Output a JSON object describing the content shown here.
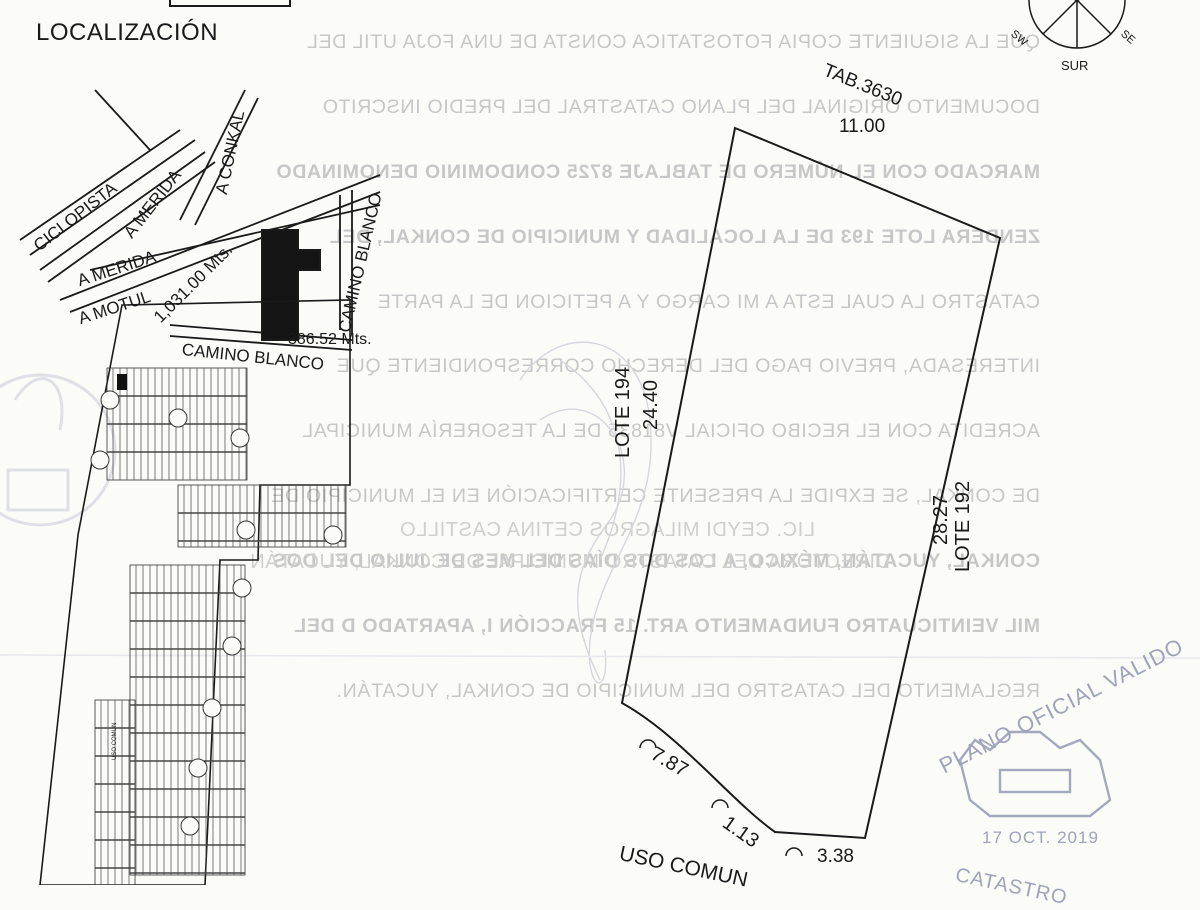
{
  "ghost_text_lines": [
    "QUE LA SIGUIENTE COPIA FOTOSTATICA CONSTA DE UNA FOJA UTIL DEL",
    "DOCUMENTO ORIGINAL DEL PLANO CATASTRAL DEL PREDIO INSCRITO",
    "MARCADO CON EL NÚMERO DE TABLAJE 8725 CONDOMINIO DENOMINADO",
    "ZENDERA LOTE 193 DE LA LOCALIDAD Y MUNICIPIO DE CONKAL, DEL",
    "CATASTRO LA CUAL ESTA A MI CARGO Y A PETICION DE LA PARTE",
    "INTERESADA, PREVIO PAGO DEL DERECHO CORRESPONDIENTE QUE",
    "ACREDITA CON EL RECIBO OFICIAL V81835 DE LA TESORERÍA MUNICIPAL",
    "DE CONKAL, SE EXPIDE LA PRESENTE CERTIFICACIÓN EN EL MUNICIPIO DE",
    "CONKAL, YUCATÁN, MÉXICO, A LOS DOS DÍAS DEL MES DE JULIO DEL DOS",
    "MIL VEINTICUATRO FUNDAMENTO ART. 15 FRACCIÓN I, APARTADO D DEL",
    "REGLAMENTO DEL CATASTRO DEL MUNICIPIO DE CONKAL, YUCATÁN."
  ],
  "ghost_signature": {
    "name": "LIC. CEYDI MILAGROS CETINA CASTILLO",
    "title": "DIRECTORA DEL CATASTRO MUNICIPAL DE CONKAL, YUCATÁN"
  },
  "location_map": {
    "title": "LOCALIZACIÓN",
    "roads": [
      "CICLOPISTA",
      "A MERIDA",
      "A MERIDA",
      "A CONKAL",
      "A MOTUL",
      "CAMINO BLANCO",
      "CAMINO BLANCO"
    ],
    "distance_1": "1,031.00 Mts.",
    "distance_2": "386.52 Mts."
  },
  "compass": {
    "south": "SUR",
    "southwest": "SW",
    "southeast": "SE"
  },
  "lot": {
    "tablaje": "TAB.3630",
    "top": "11.00",
    "west_name": "LOTE 194",
    "west_len": "24.40",
    "east_len": "28.27",
    "east_name": "LOTE 192",
    "arc1": "7.87",
    "arc2": "1.13",
    "arc3": "3.38",
    "bottom": "USO COMUN"
  },
  "site_plan": {
    "common_area": "USO COMUN"
  },
  "stamp": {
    "ring_text": "PLANO OFICIAL VALIDO",
    "date": "17 OCT. 2019",
    "bottom_text": "CATASTRO"
  },
  "colors": {
    "ink": "#1a1a1a",
    "paper": "#fbfbf8",
    "ghost": "#c7c7c7",
    "stamp": "#9aa0b8"
  }
}
